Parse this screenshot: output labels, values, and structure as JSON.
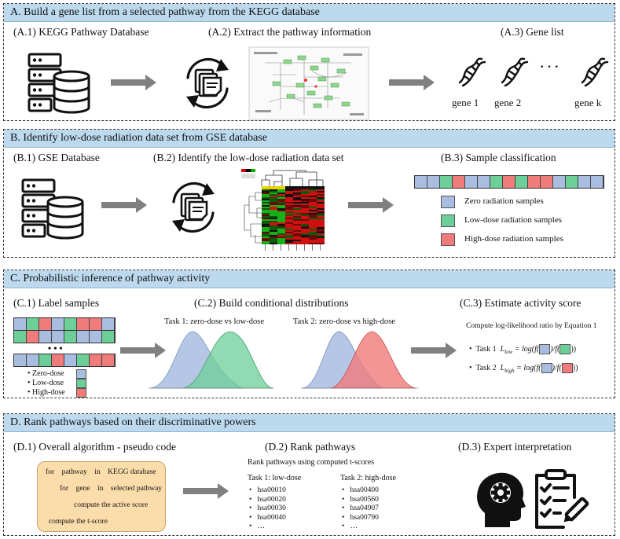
{
  "panelA": {
    "title": "A. Build a gene list from a selected pathway from the KEGG database",
    "a1": "(A.1) KEGG Pathway Database",
    "a2": "(A.2) Extract the pathway information",
    "a3": "(A.3) Gene list",
    "genes": [
      "gene 1",
      "gene 2",
      "gene k"
    ],
    "ellipsis": "· · ·"
  },
  "panelB": {
    "title": "B. Identify low-dose radiation data set from GSE database",
    "b1": "(B.1) GSE Database",
    "b2": "(B.2) Identify the low-dose radiation data set",
    "b3": "(B.3) Sample classification",
    "legend": [
      "Zero radiation samples",
      "Low-dose radiation samples",
      "High-dose radiation samples"
    ]
  },
  "panelC": {
    "title": "C. Probabilistic inference of pathway activity",
    "c1": "(C.1) Label samples",
    "c2": "(C.2) Build conditional distributions",
    "c3": "(C.3) Estimate activity score",
    "task1": "Task 1: zero-dose vs low-dose",
    "task2": "Task 2: zero-dose vs high-dose",
    "ratio_note": "Compute log-likelihood ratio by Equation 1",
    "t1_label": "Task 1",
    "t2_label": "Task 2",
    "l_low": "L",
    "l_low_sub": "low",
    "l_high": "L",
    "l_high_sub": "high",
    "eq_mid": "= log(f(",
    "eq_div": ")/f(",
    "eq_end": "))",
    "legend": [
      "Zero-dose",
      "Low-dose",
      "High-dose"
    ],
    "dots": "• • •"
  },
  "panelD": {
    "title": "D. Rank pathways based on their discriminative powers",
    "d1": "(D.1) Overall algorithm - pseudo code",
    "d2": "(D.2) Rank pathways",
    "d3": "(D.3) Expert interpretation",
    "code": [
      [
        "for",
        "pathway",
        "in",
        "KEGG database"
      ],
      [
        "for",
        "gene",
        "in",
        "selected pathway"
      ],
      [
        "compute the active score"
      ],
      [
        "compute the t-score"
      ]
    ],
    "rank_note": "Rank pathways using computed t-scores",
    "task1": "Task 1: low-dose",
    "task2": "Task 2: high-dose",
    "list1": [
      "hsa00010",
      "hsa00020",
      "hsa00030",
      "hsa00040",
      "…"
    ],
    "list2": [
      "hsa00400",
      "hsa00560",
      "hsa04907",
      "hsa00790",
      "…"
    ]
  },
  "colors": {
    "zero": "#a8bde0",
    "low": "#6dcf98",
    "high": "#f07b7b",
    "header": "#bcd9ee",
    "code_box": "#fbdcab",
    "arrow": "#808080"
  }
}
